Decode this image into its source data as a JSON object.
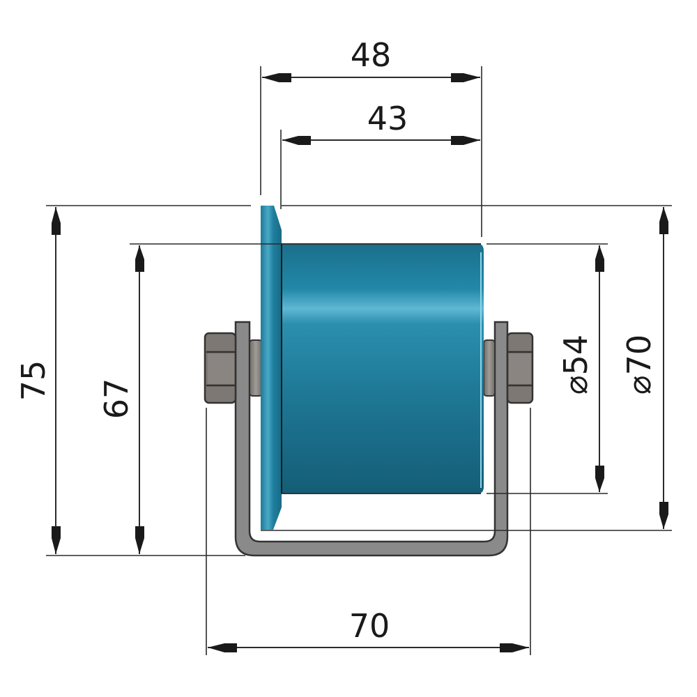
{
  "drawing": {
    "subject": "Conveyor roller with flange in U-bracket",
    "colors": {
      "roller_body": "#1e7e9c",
      "roller_highlight": "#6cc3dd",
      "roller_shadow": "#135a72",
      "bracket": "#8a8a8a",
      "nut": "#7d7873",
      "line": "#2a2a2a"
    },
    "dimensions": {
      "top_outer_width": "48",
      "top_inner_width": "43",
      "left_overall_height": "75",
      "left_axis_height": "67",
      "right_tube_diameter": "⌀54",
      "right_flange_diameter": "⌀70",
      "bottom_bracket_width": "70"
    }
  }
}
